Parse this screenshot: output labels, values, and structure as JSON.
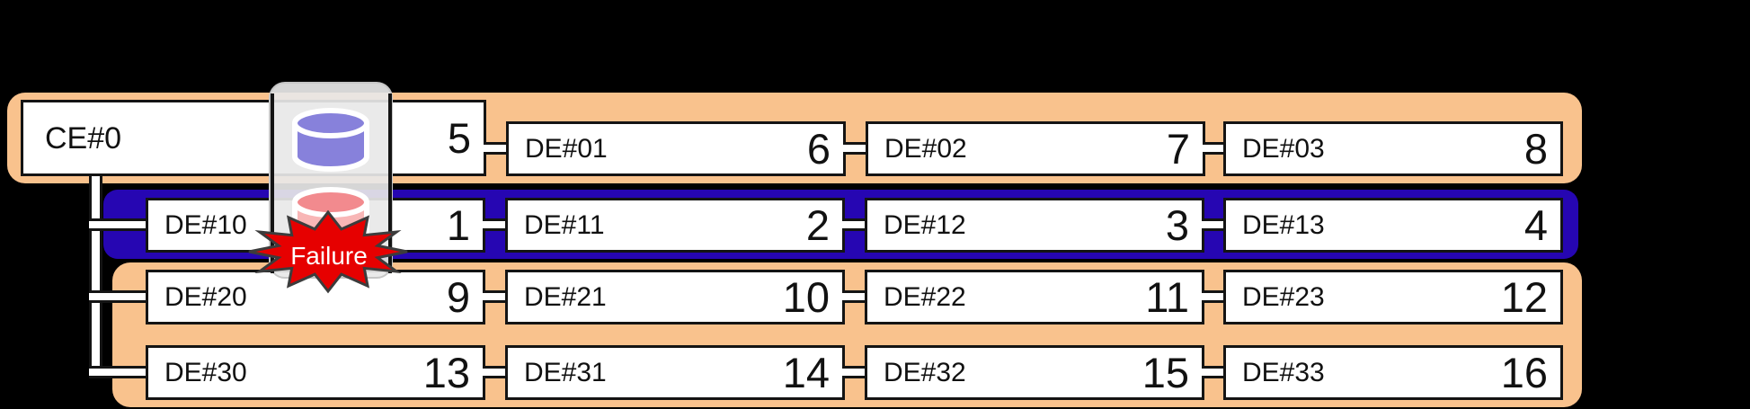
{
  "diagram": {
    "failure_label": "Failure",
    "rows": [
      {
        "band": "orange",
        "boxes": [
          {
            "label": "CE#0",
            "value": "5"
          },
          {
            "label": "DE#01",
            "value": "6"
          },
          {
            "label": "DE#02",
            "value": "7"
          },
          {
            "label": "DE#03",
            "value": "8"
          }
        ]
      },
      {
        "band": "blue",
        "boxes": [
          {
            "label": "DE#10",
            "value": "1"
          },
          {
            "label": "DE#11",
            "value": "2"
          },
          {
            "label": "DE#12",
            "value": "3"
          },
          {
            "label": "DE#13",
            "value": "4"
          }
        ]
      },
      {
        "band": "orange",
        "boxes": [
          {
            "label": "DE#20",
            "value": "9"
          },
          {
            "label": "DE#21",
            "value": "10"
          },
          {
            "label": "DE#22",
            "value": "11"
          },
          {
            "label": "DE#23",
            "value": "12"
          }
        ]
      },
      {
        "band": "orange",
        "boxes": [
          {
            "label": "DE#30",
            "value": "13"
          },
          {
            "label": "DE#31",
            "value": "14"
          },
          {
            "label": "DE#32",
            "value": "15"
          },
          {
            "label": "DE#33",
            "value": "16"
          }
        ]
      }
    ],
    "colors": {
      "background": "#000000",
      "band_orange": "#F9C28D",
      "band_blue": "#2606B2",
      "box_border": "#141414",
      "disk_ok": "#8781DB",
      "disk_failed_top": "#F28A8E",
      "disk_failed_body": "#F8B6B6",
      "failure_red": "#E60000"
    }
  }
}
